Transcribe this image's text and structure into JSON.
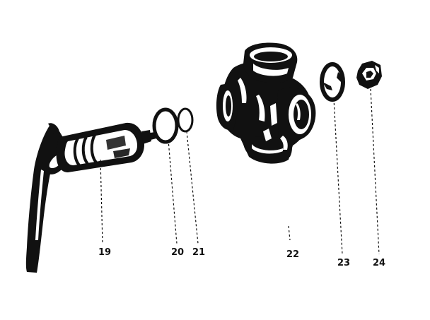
{
  "diagram": {
    "parts": [
      {
        "id": "part-19",
        "callout": "19"
      },
      {
        "id": "part-20",
        "callout": "20"
      },
      {
        "id": "part-21",
        "callout": "21"
      },
      {
        "id": "part-22",
        "callout": "22"
      },
      {
        "id": "part-23",
        "callout": "23"
      },
      {
        "id": "part-24",
        "callout": "24"
      }
    ]
  }
}
